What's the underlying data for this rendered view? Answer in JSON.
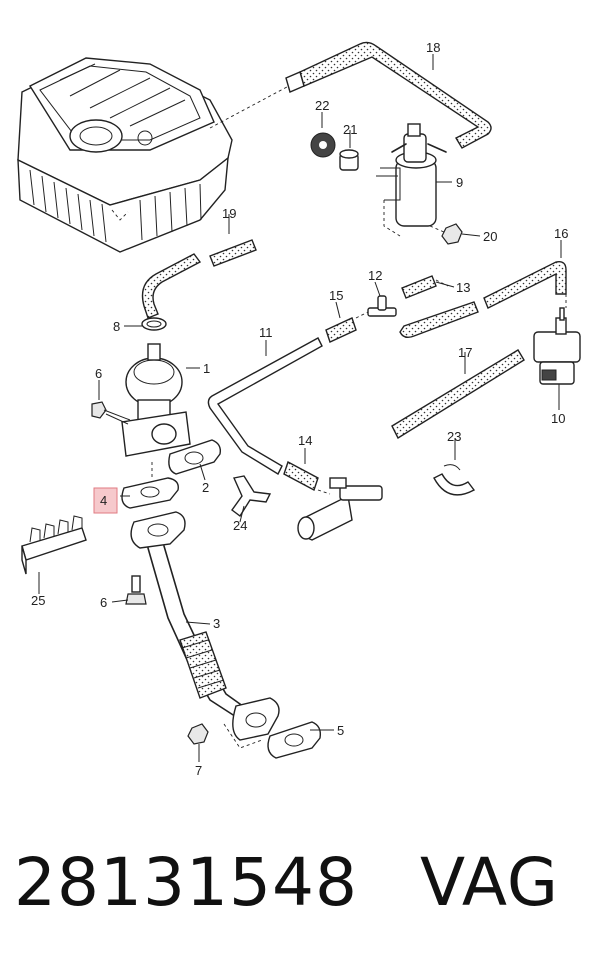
{
  "callouts": [
    {
      "id": "c1",
      "label": "1"
    },
    {
      "id": "c2",
      "label": "2"
    },
    {
      "id": "c3",
      "label": "3"
    },
    {
      "id": "c4",
      "label": "4",
      "highlighted": true
    },
    {
      "id": "c5",
      "label": "5"
    },
    {
      "id": "c6a",
      "label": "6"
    },
    {
      "id": "c6b",
      "label": "6"
    },
    {
      "id": "c7",
      "label": "7"
    },
    {
      "id": "c8",
      "label": "8"
    },
    {
      "id": "c9",
      "label": "9"
    },
    {
      "id": "c10",
      "label": "10"
    },
    {
      "id": "c11",
      "label": "11"
    },
    {
      "id": "c12",
      "label": "12"
    },
    {
      "id": "c13",
      "label": "13"
    },
    {
      "id": "c14",
      "label": "14"
    },
    {
      "id": "c15",
      "label": "15"
    },
    {
      "id": "c16",
      "label": "16"
    },
    {
      "id": "c17",
      "label": "17"
    },
    {
      "id": "c18",
      "label": "18"
    },
    {
      "id": "c19",
      "label": "19"
    },
    {
      "id": "c20",
      "label": "20"
    },
    {
      "id": "c21",
      "label": "21"
    },
    {
      "id": "c22",
      "label": "22"
    },
    {
      "id": "c23",
      "label": "23"
    },
    {
      "id": "c24",
      "label": "24"
    },
    {
      "id": "c25",
      "label": "25"
    }
  ],
  "caption": {
    "part_number": "28131548",
    "brand": "VAG"
  },
  "colors": {
    "line": "#222222",
    "highlight_fill": "#f6c9cc",
    "highlight_stroke": "#e07a82"
  }
}
